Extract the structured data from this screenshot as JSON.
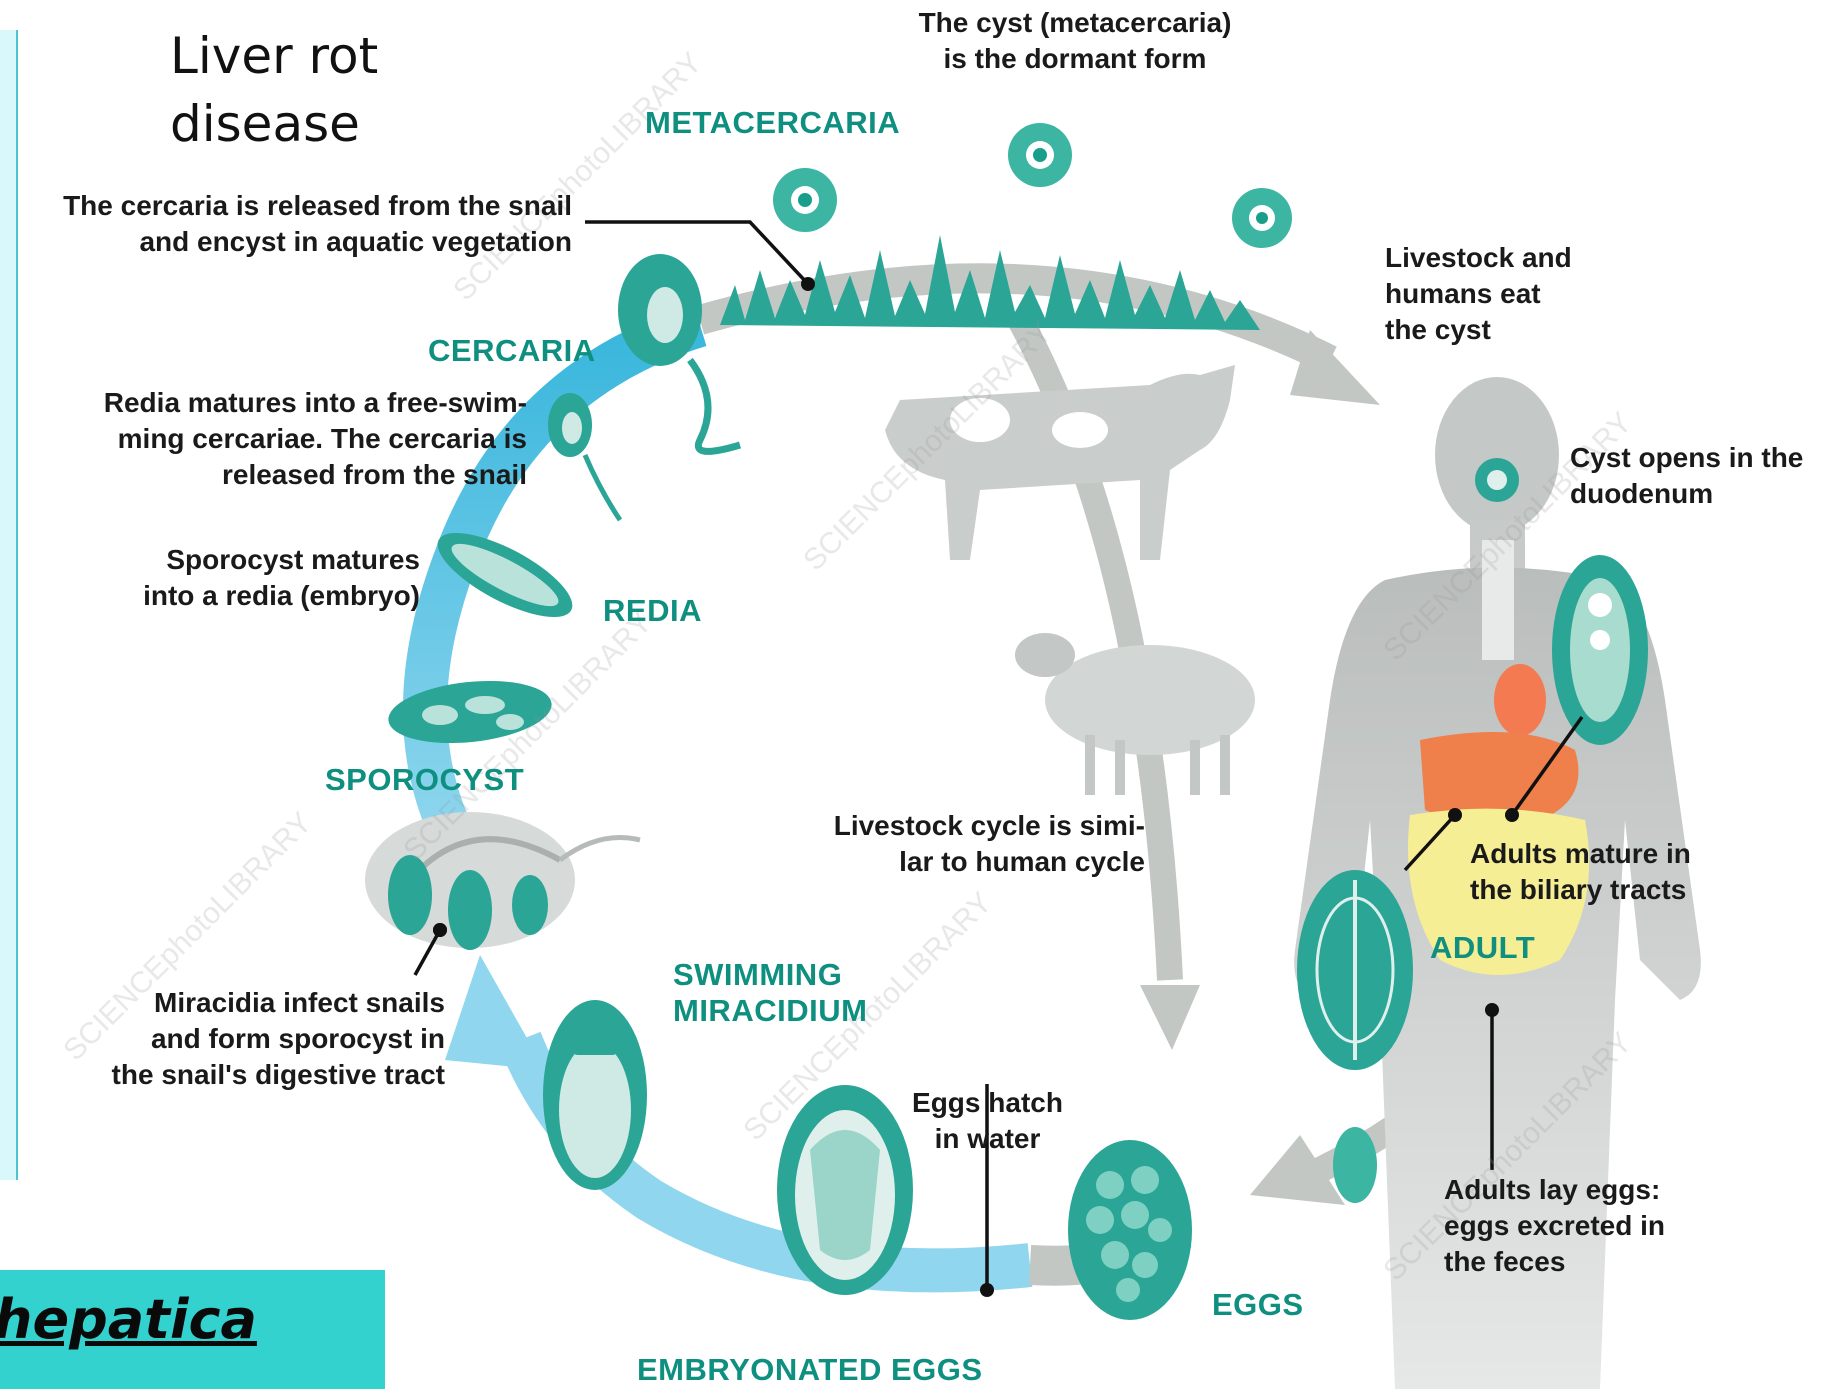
{
  "title": {
    "line1": "Liver rot",
    "line2": "disease"
  },
  "species_box": {
    "text": "hepatica"
  },
  "stages": {
    "metacercaria": "METACERCARIA",
    "cercaria": "CERCARIA",
    "redia": "REDIA",
    "sporocyst": "SPOROCYST",
    "swimming_miracidium_1": "SWIMMING",
    "swimming_miracidium_2": "MIRACIDIUM",
    "adult": "ADULT",
    "eggs": "EGGS",
    "embryonated_eggs": "EMBRYONATED EGGS"
  },
  "annotations": {
    "cyst_dormant": [
      "The cyst (metacercaria)",
      "is the dormant form"
    ],
    "cercaria_released": [
      "The cercaria is released from the snail",
      "and encyst in aquatic vegetation"
    ],
    "livestock_humans": [
      "Livestock and",
      "humans eat",
      "the cyst"
    ],
    "cyst_opens": [
      "Cyst opens in the",
      "duodenum"
    ],
    "redia_matures": [
      "Redia matures into a free-swim-",
      "ming cercariae. The cercaria is",
      "released from the snail"
    ],
    "sporocyst_matures": [
      "Sporocyst matures",
      "into a redia (embryo)"
    ],
    "livestock_cycle": [
      "Livestock cycle is simi-",
      "lar to human cycle"
    ],
    "adults_mature": [
      "Adults mature in",
      "the biliary tracts"
    ],
    "miracidia_infect": [
      "Miracidia infect snails",
      "and form sporocyst in",
      "the snail's digestive tract"
    ],
    "eggs_hatch": [
      "Eggs hatch",
      "in water"
    ],
    "adults_lay": [
      "Adults lay eggs:",
      "eggs excreted in",
      "the feces"
    ]
  },
  "watermark": "SCIENCEphotoLIBRARY",
  "colors": {
    "teal": "#1a9e8c",
    "blue_arc": "#7fd0ea",
    "gray_arc": "#c2c7c4",
    "species_box": "#33d2cf"
  }
}
